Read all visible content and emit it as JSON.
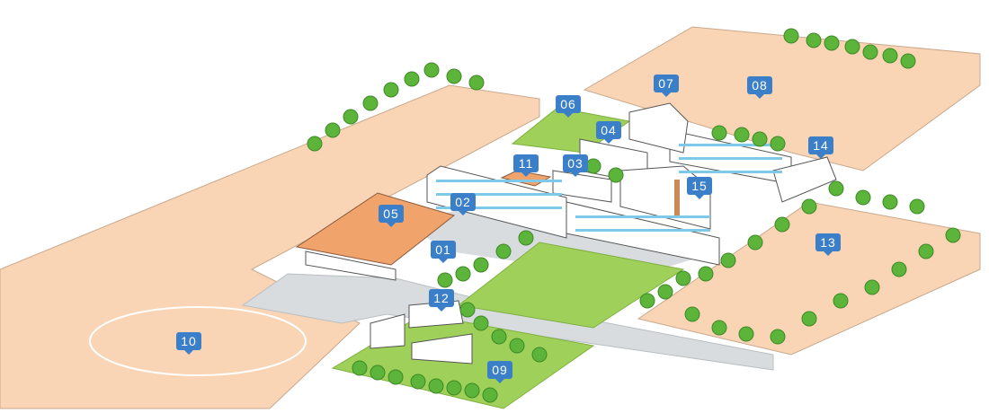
{
  "map": {
    "colors": {
      "field": "#f9d5b6",
      "road": "#d8dcdf",
      "grass": "#9fd05a",
      "building": "#ffffff",
      "window": "#7ec8e8",
      "roof": "#f0a46c",
      "tree": "#5cb53a",
      "marker": "#3b7fc9"
    },
    "markers": [
      {
        "id": "01",
        "label": "01"
      },
      {
        "id": "02",
        "label": "02"
      },
      {
        "id": "03",
        "label": "03"
      },
      {
        "id": "04",
        "label": "04"
      },
      {
        "id": "05",
        "label": "05"
      },
      {
        "id": "06",
        "label": "06"
      },
      {
        "id": "07",
        "label": "07"
      },
      {
        "id": "08",
        "label": "08"
      },
      {
        "id": "09",
        "label": "09"
      },
      {
        "id": "10",
        "label": "10"
      },
      {
        "id": "11",
        "label": "11"
      },
      {
        "id": "12",
        "label": "12"
      },
      {
        "id": "13",
        "label": "13"
      },
      {
        "id": "14",
        "label": "14"
      },
      {
        "id": "15",
        "label": "15"
      }
    ]
  }
}
